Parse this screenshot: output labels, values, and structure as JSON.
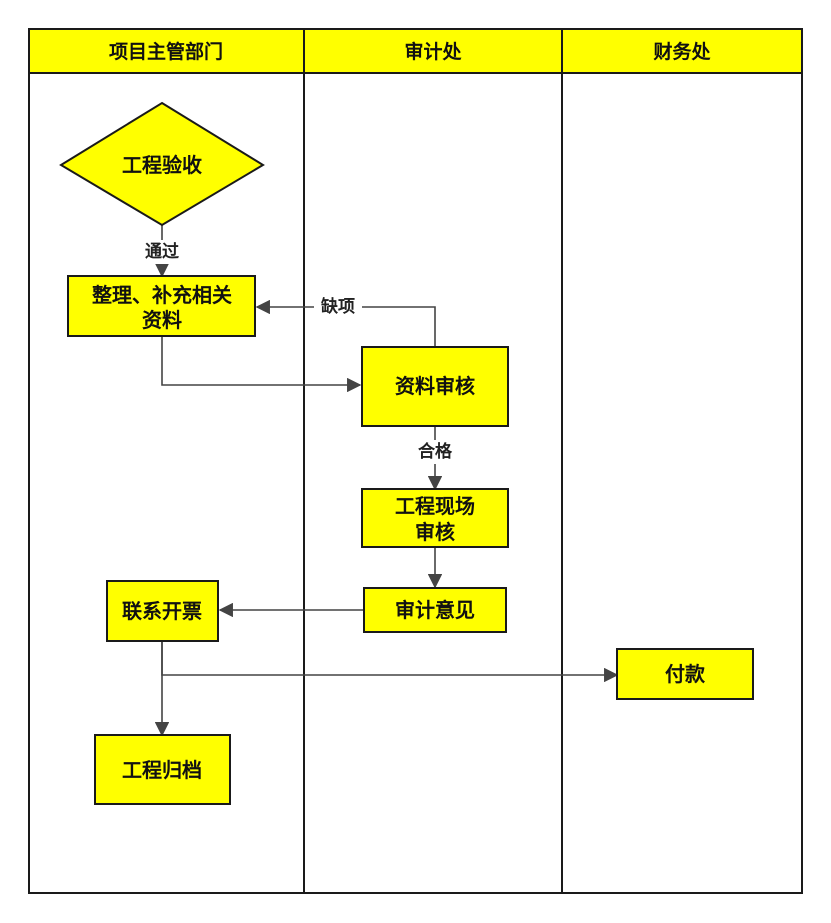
{
  "colors": {
    "fill": "#ffff00",
    "stroke": "#1a1a1a",
    "edge": "#444444",
    "background": "#ffffff"
  },
  "lanes": [
    {
      "title": "项目主管部门"
    },
    {
      "title": "审计处"
    },
    {
      "title": "财务处"
    }
  ],
  "nodes": {
    "acceptance": {
      "shape": "diamond",
      "lines": [
        "工程验收"
      ]
    },
    "organize": {
      "shape": "rect",
      "lines": [
        "整理、补充相关",
        "资料"
      ]
    },
    "review": {
      "shape": "rect",
      "lines": [
        "资料审核"
      ]
    },
    "site_review": {
      "shape": "rect",
      "lines": [
        "工程现场",
        "审核"
      ]
    },
    "opinion": {
      "shape": "rect",
      "lines": [
        "审计意见"
      ]
    },
    "invoice": {
      "shape": "rect",
      "lines": [
        "联系开票"
      ]
    },
    "payment": {
      "shape": "rect",
      "lines": [
        "付款"
      ]
    },
    "archive": {
      "shape": "rect",
      "lines": [
        "工程归档"
      ]
    }
  },
  "edges": [
    {
      "from": "acceptance",
      "to": "organize",
      "label": "通过"
    },
    {
      "from": "organize",
      "to": "review",
      "label": ""
    },
    {
      "from": "review",
      "to": "organize",
      "label": "缺项"
    },
    {
      "from": "review",
      "to": "site_review",
      "label": "合格"
    },
    {
      "from": "site_review",
      "to": "opinion",
      "label": ""
    },
    {
      "from": "opinion",
      "to": "invoice",
      "label": ""
    },
    {
      "from": "invoice",
      "to": "payment",
      "label": ""
    },
    {
      "from": "invoice",
      "to": "archive",
      "label": ""
    }
  ]
}
